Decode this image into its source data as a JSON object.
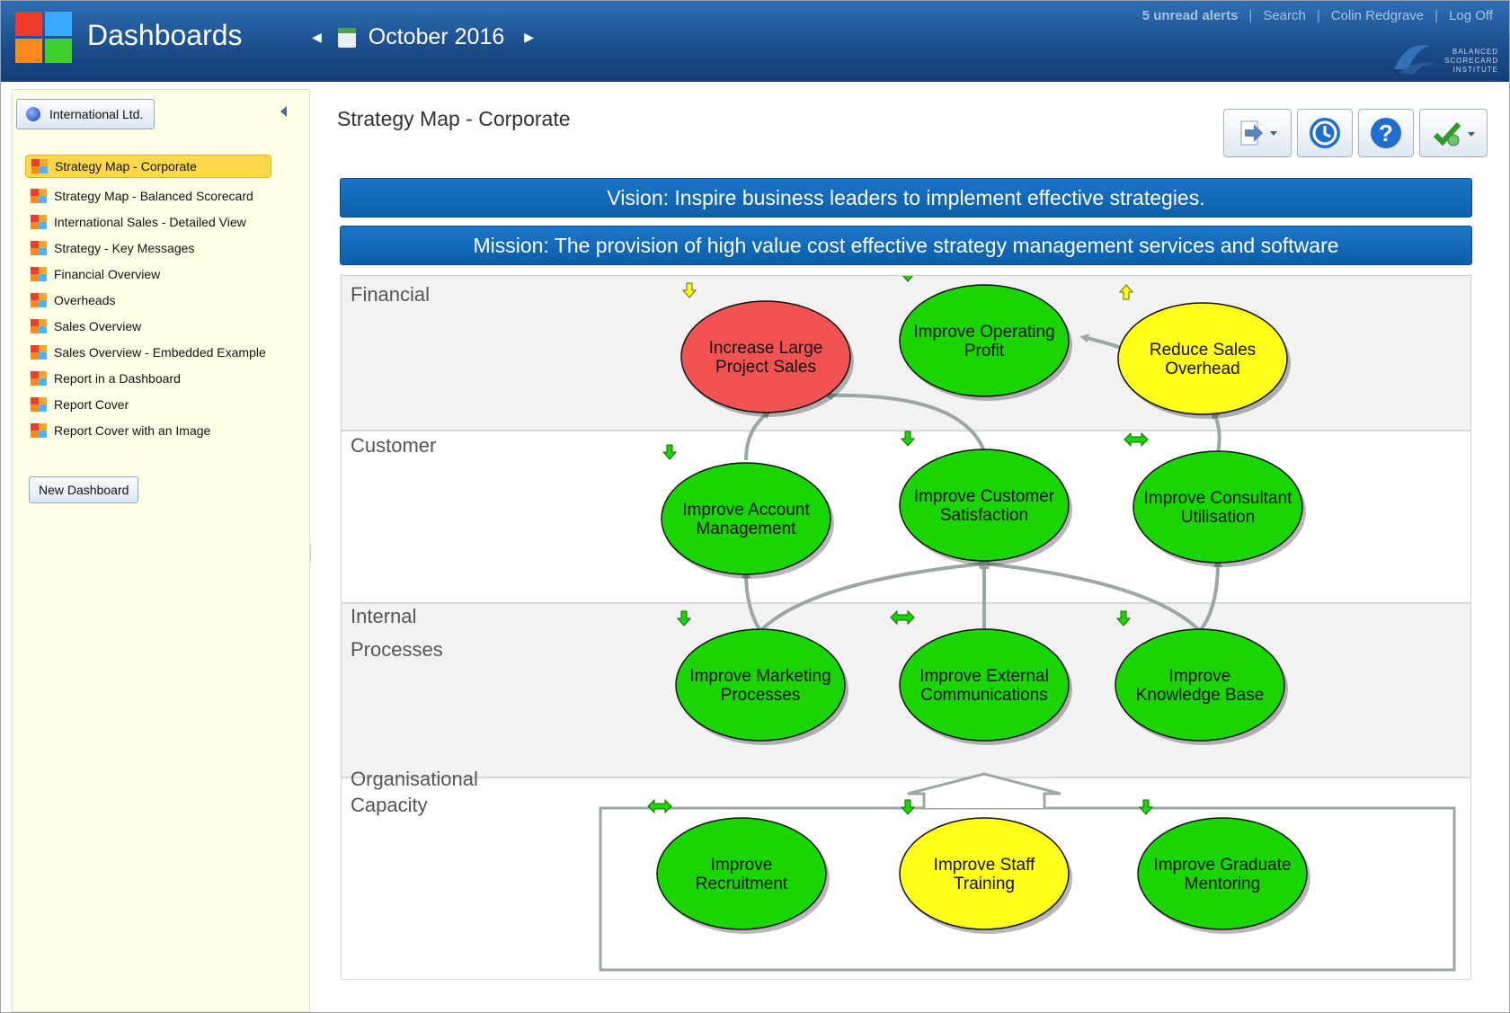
{
  "header": {
    "app_title": "Dashboards",
    "period": "October 2016",
    "nav": {
      "alerts": "5 unread alerts",
      "search": "Search",
      "user": "Colin Redgrave",
      "logoff": "Log Off"
    },
    "logo_text": [
      "BALANCED",
      "SCORECARD",
      "INSTITUTE"
    ]
  },
  "sidebar": {
    "org": "International Ltd.",
    "items": [
      {
        "label": "Strategy Map - Corporate",
        "active": true
      },
      {
        "label": "Strategy Map - Balanced Scorecard"
      },
      {
        "label": "International Sales - Detailed View"
      },
      {
        "label": "Strategy - Key Messages"
      },
      {
        "label": "Financial Overview"
      },
      {
        "label": "Overheads"
      },
      {
        "label": "Sales Overview"
      },
      {
        "label": "Sales Overview - Embedded Example"
      },
      {
        "label": "Report in a Dashboard"
      },
      {
        "label": "Report Cover"
      },
      {
        "label": "Report Cover with an Image"
      }
    ],
    "new_dashboard": "New Dashboard"
  },
  "main": {
    "title": "Strategy Map - Corporate",
    "vision": "Vision: Inspire business leaders to implement effective strategies.",
    "mission": "Mission: The provision of high value cost effective strategy management services and software"
  },
  "colors": {
    "green": "#19d600",
    "red": "#f25350",
    "yellow": "#ffff1a"
  },
  "strategy_map": {
    "lanes": [
      {
        "name": [
          "Financial"
        ]
      },
      {
        "name": [
          "Customer"
        ]
      },
      {
        "name": [
          "Internal",
          "Processes"
        ]
      },
      {
        "name": [
          "Organisational",
          "Capacity"
        ]
      }
    ],
    "objectives": [
      {
        "id": "sales",
        "lines": [
          "Increase Large",
          "Project Sales"
        ],
        "status": "red",
        "trend": "down-yellow"
      },
      {
        "id": "profit",
        "lines": [
          "Improve Operating",
          "Profit"
        ],
        "status": "green",
        "trend": "down"
      },
      {
        "id": "overhead",
        "lines": [
          "Reduce Sales",
          "Overhead"
        ],
        "status": "yellow",
        "trend": "up-yellow"
      },
      {
        "id": "account",
        "lines": [
          "Improve Account",
          "Management"
        ],
        "status": "green",
        "trend": "down"
      },
      {
        "id": "satisfaction",
        "lines": [
          "Improve Customer",
          "Satisfaction"
        ],
        "status": "green",
        "trend": "down"
      },
      {
        "id": "utilisation",
        "lines": [
          "Improve Consultant",
          "Utilisation"
        ],
        "status": "green",
        "trend": "flat"
      },
      {
        "id": "marketing",
        "lines": [
          "Improve Marketing",
          "Processes"
        ],
        "status": "green",
        "trend": "down"
      },
      {
        "id": "communications",
        "lines": [
          "Improve External",
          "Communications"
        ],
        "status": "green",
        "trend": "flat"
      },
      {
        "id": "knowledge",
        "lines": [
          "Improve",
          "Knowledge Base"
        ],
        "status": "green",
        "trend": "down"
      },
      {
        "id": "recruitment",
        "lines": [
          "Improve",
          "Recruitment"
        ],
        "status": "green",
        "trend": "flat"
      },
      {
        "id": "training",
        "lines": [
          "Improve Staff",
          "Training"
        ],
        "status": "yellow",
        "trend": "down"
      },
      {
        "id": "mentoring",
        "lines": [
          "Improve Graduate",
          "Mentoring"
        ],
        "status": "green",
        "trend": "down"
      }
    ]
  }
}
